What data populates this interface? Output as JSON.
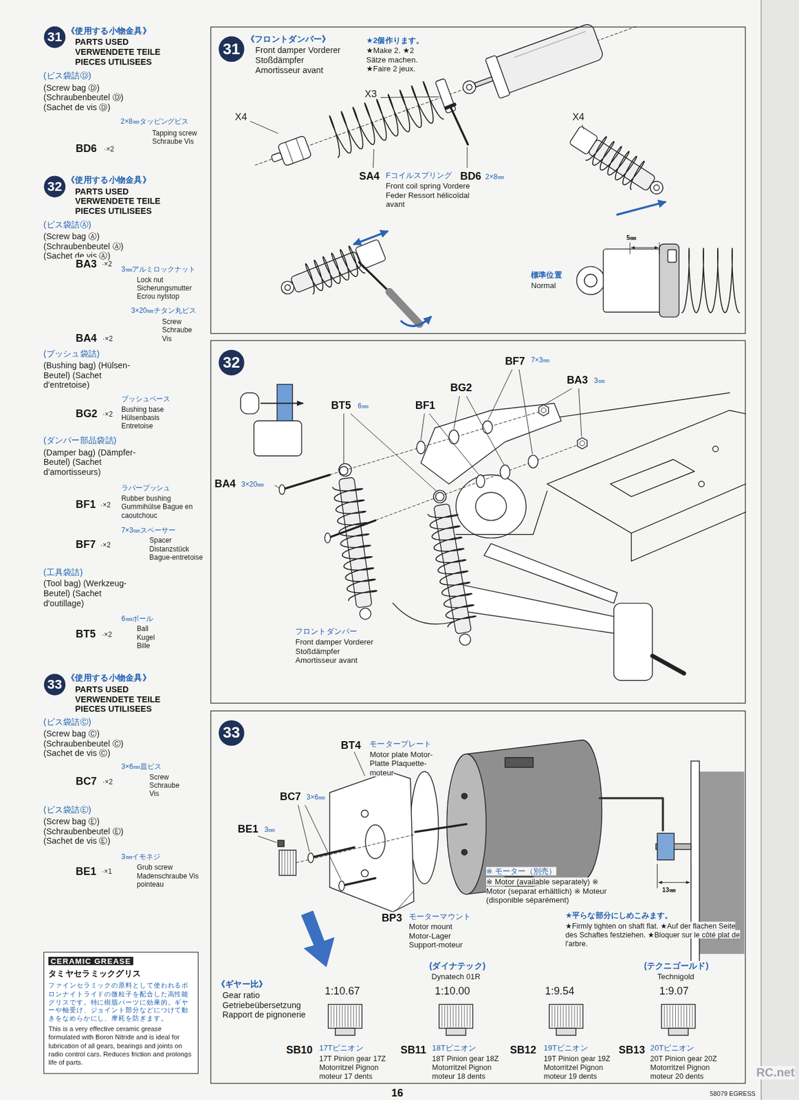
{
  "diagram": {
    "nodes": [
      {
        "text": [
          "31"
        ]
      },
      {
        "text": [
          "《フロントダンパー》",
          "Front damper Vorderer Stoßdämpfer Amortisseur avant",
          "★2個作ります。",
          "★Make 2. ★2 Sätze machen. ★Faire 2 jeux."
        ]
      },
      {
        "text": [
          "31"
        ],
        "in": 1
      },
      {
        "text": [
          "32"
        ]
      },
      {
        "text": [
          "フロントダンパー",
          "Front damper Vorderer Stoßdämpfer Amortisseur avant"
        ]
      },
      {
        "text": [
          "32"
        ],
        "in": 4
      },
      {
        "text": [
          "33"
        ]
      },
      {
        "text": [
          "CERAMIC GREASE",
          "タミヤセラミックグリス",
          "ファインセラミックの原料として使われるボロンナイトライドの微粒子を配合した高性能グリスです。特に樹脂パーツに効果的。ギヤーや軸受け、ジョイント部分などにつけて動きをなめらかにし、摩耗を防ぎます。",
          "This is a very effective ceramic grease formulated with Boron Nitride and is ideal for lubrication of all gears, bearings and joints on radio control cars. Reduces friction and prolongs life of parts."
        ]
      },
      {
        "text": [
          "《ギヤー比》",
          "Gear ratio Getriebeübersetzung Rapport de pignonerie"
        ]
      },
      {
        "text": [
          "33"
        ],
        "in": 8
      }
    ],
    "labels": [
      "《使用する小物金具》",
      "PARTS USED VERWENDETE TEILE PIECES UTILISEES",
      "(ビス袋詰Ⓓ)",
      "(Screw bag Ⓓ) (Schraubenbeutel Ⓓ) (Sachet de vis Ⓓ)",
      "2×8㎜タッピングビス",
      "Tapping screw Schraube Vis",
      "BD6",
      "·×2",
      "《使用する小物金具》",
      "PARTS USED VERWENDETE TEILE PIECES UTILISEES",
      "(ビス袋詰Ⓐ)",
      "(Screw bag Ⓐ) (Schraubenbeutel Ⓐ) (Sachet de vis Ⓐ)",
      "3㎜アルミロックナット",
      "Lock nut Sicherungsmutter Ecrou nylstop",
      "BA3",
      "·×2",
      "3×20㎜チタン丸ビス",
      "Screw Schraube Vis",
      "BA4",
      "·×2",
      "(ブッシュ袋詰)",
      "(Bushing bag) (Hülsen-Beutel) (Sachet d'entretoise)",
      "ブッシュベース",
      "Bushing base Hülsenbasis Entretoise",
      "BG2",
      "·×2",
      "(ダンパー部品袋詰)",
      "(Damper bag) (Dämpfer-Beutel) (Sachet d'amortisseurs)",
      "ラバーブッシュ",
      "Rubber bushing Gummihülse Bague en caoutchouc",
      "BF1",
      "·×2",
      "7×3㎜スペーサー",
      "Spacer Distanzstück Bague-entretoise",
      "BF7",
      "·×2",
      "(工具袋詰)",
      "(Tool bag) (Werkzeug-Beutel) (Sachet d'outillage)",
      "6㎜ボール",
      "Ball Kugel Bille",
      "BT5",
      "·×2",
      "《使用する小物金具》",
      "PARTS USED VERWENDETE TEILE PIECES UTILISEES",
      "(ビス袋詰Ⓒ)",
      "(Screw bag Ⓒ) (Schraubenbeutel Ⓒ) (Sachet de vis Ⓒ)",
      "3×6㎜皿ビス",
      "Screw Schraube Vis",
      "BC7",
      "·×2",
      "(ビス袋詰Ⓔ)",
      "(Screw bag Ⓔ) (Schraubenbeutel Ⓔ) (Sachet de vis Ⓔ)",
      "3㎜イモネジ",
      "Grub screw Madenschraube Vis pointeau",
      "BE1",
      "·×1",
      "X4",
      "X3",
      "SA4",
      "Fコイルスプリング",
      "Front coil spring Vordere Feder Ressort hélicoïdal avant",
      "BD6",
      "2×8㎜",
      "X4",
      "5㎜",
      "標準位置",
      "Normal",
      "BF7",
      "7×3㎜",
      "BA3",
      "3㎜",
      "BG2",
      "BT5",
      "6㎜",
      "BF1",
      "BA4",
      "3×20㎜",
      "BT4",
      "モータープレート",
      "Motor plate Motor-Platte Plaquette-moteur",
      "BC7",
      "3×6㎜",
      "BE1",
      "3㎜",
      "※ モーター（別売）",
      "※ Motor (available separately) ※ Motor (separat erhältlich) ※ Moteur (disponible séparément)",
      "BP3",
      "モーターマウント",
      "Motor mount Motor-Lager Support-moteur",
      "13㎜",
      "★平らな部分にしめこみます。",
      "★Firmly tighten on shaft flat. ★Auf der flachen Seite des Schaftes festziehen. ★Bloquer sur le côté plat de l'arbre.",
      "(ダイナテック)",
      "Dynatech 01R",
      "(テクニゴールド)",
      "Technigold",
      "1:10.67",
      "1:10.00",
      "1:9.54",
      "1:9.07",
      "SB10",
      "17Tピニオン",
      "17T Pinion gear 17Z Motorritzel Pignon moteur 17 dents",
      "SB11",
      "18Tピニオン",
      "18T Pinion gear 18Z Motorritzel Pignon moteur 18 dents",
      "SB12",
      "19Tピニオン",
      "19T Pinion gear 19Z Motorritzel Pignon moteur 19 dents",
      "SB13",
      "20Tピニオン",
      "20T Pinion gear 20Z Motorritzel Pignon moteur 20 dents",
      "16",
      "58079 EGRESS",
      "RC.net"
    ]
  }
}
